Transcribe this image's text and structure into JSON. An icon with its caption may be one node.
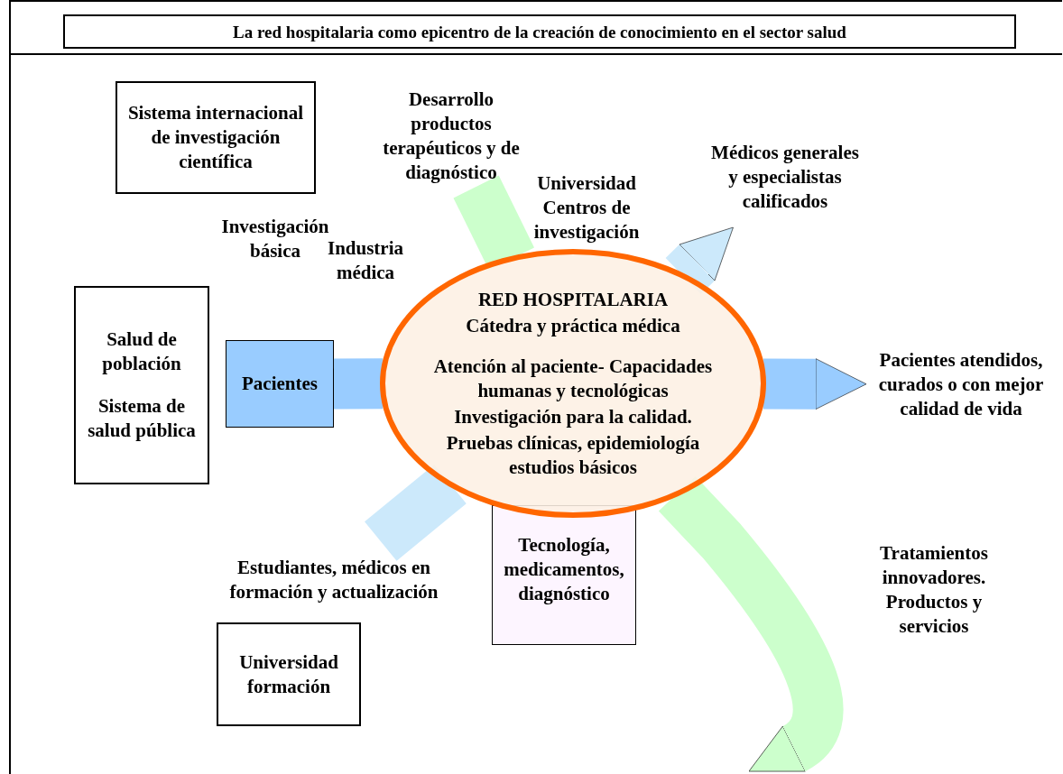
{
  "diagram": {
    "title": "La red hospitalaria como epicentro de la creación de conocimiento en el sector salud",
    "nodes": [
      {
        "text": [
          "Sistema internacional de investigación científica"
        ]
      },
      {
        "text": [
          "Salud de población",
          "Sistema de salud pública"
        ]
      },
      {
        "text": [
          "Universidad formación"
        ]
      },
      {
        "text": [
          "Desarrollo productos terapéuticos y de diagnóstico"
        ]
      },
      {
        "text": [
          "Médicos generales y especialistas calificados"
        ]
      },
      {
        "text": [
          "RED HOSPITALARIA",
          "Cátedra y práctica médica",
          "Atención al paciente- Capacidades humanas y tecnológicas",
          "Investigación para la calidad.",
          "Pruebas clínicas, epidemiología estudios básicos"
        ]
      },
      {
        "text": [
          "Pacientes"
        ]
      },
      {
        "text": [
          "Pacientes atendidos, curados o con mejor calidad de vida"
        ]
      },
      {
        "text": [
          "Estudiantes, médicos en formación y actualización"
        ]
      },
      {
        "text": [
          "Tecnología, medicamentos, diagnóstico"
        ]
      }
    ],
    "edges": [
      {
        "from": 6,
        "to": 5,
        "arrow": "none",
        "color": "#99ccff"
      },
      {
        "from": 5,
        "to": 7,
        "arrow": "to",
        "color": "#99ccff"
      },
      {
        "from": 3,
        "to": 5,
        "arrow": "none",
        "color": "#ccffcc"
      },
      {
        "from": 5,
        "to": null,
        "arrow": "to",
        "color": "#ccffcc"
      },
      {
        "from": 8,
        "to": 5,
        "arrow": "none",
        "color": "#cce9fb"
      },
      {
        "from": 5,
        "to": 4,
        "arrow": "to",
        "color": "#cce9fb"
      }
    ],
    "labels": [
      "Investigación básica",
      "Industria médica",
      "Universidad Centros de investigación",
      "Tratamientos innovadores. Productos y servicios"
    ]
  }
}
